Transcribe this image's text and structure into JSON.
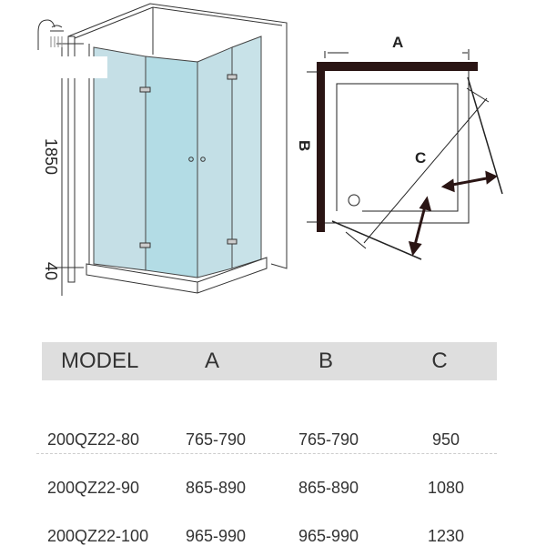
{
  "diagram": {
    "height_label": "1850",
    "base_label": "40",
    "plan_labels": {
      "a": "A",
      "b": "B",
      "c": "C"
    }
  },
  "table": {
    "headers": [
      "MODEL",
      "A",
      "B",
      "C"
    ],
    "rows": [
      [
        "200QZ22-80",
        "765-790",
        "765-790",
        "950"
      ],
      [
        "200QZ22-90",
        "865-890",
        "865-890",
        "1080"
      ],
      [
        "200QZ22-100",
        "965-990",
        "965-990",
        "1230"
      ]
    ]
  },
  "colors": {
    "glass": "#c3dfe6",
    "glass_mid": "#b3dce5",
    "wall": "#2a1514",
    "header_bg": "#dedede"
  }
}
